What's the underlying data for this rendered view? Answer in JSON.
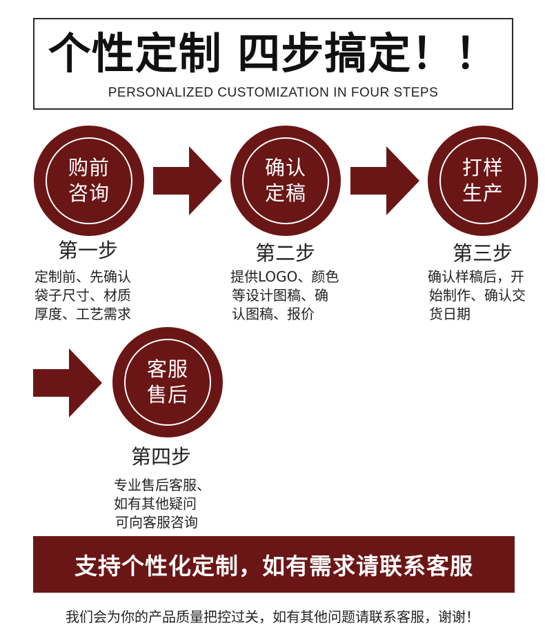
{
  "header": {
    "title": "个性定制 四步搞定！！",
    "subtitle": "PERSONALIZED CUSTOMIZATION IN FOUR STEPS"
  },
  "steps": [
    {
      "circle_line1": "购前",
      "circle_line2": "咨询",
      "title": "第一步",
      "desc": [
        "定制前、先确认",
        "袋子尺寸、材质",
        "厚度、工艺需求"
      ]
    },
    {
      "circle_line1": "确认",
      "circle_line2": "定稿",
      "title": "第二步",
      "desc": [
        "提供LOGO、颜色",
        "等设计图稿、确",
        "认图稿、报价"
      ]
    },
    {
      "circle_line1": "打样",
      "circle_line2": "生产",
      "title": "第三步",
      "desc": [
        "确认样稿后，开",
        "始制作、确认交",
        "货日期"
      ]
    },
    {
      "circle_line1": "客服",
      "circle_line2": "售后",
      "title": "第四步",
      "desc": [
        "专业售后客服、",
        "如有其他疑问",
        "可向客服咨询"
      ]
    }
  ],
  "banner": {
    "text": "支持个性化定制，如有需求请联系客服"
  },
  "footer": {
    "text": "我们会为你的产品质量把控过关，如有其他问题请联系客服，谢谢！"
  },
  "colors": {
    "accent": "#6b1616",
    "text": "#222222",
    "background": "#ffffff"
  },
  "icons": [
    "arrow-right-icon"
  ]
}
